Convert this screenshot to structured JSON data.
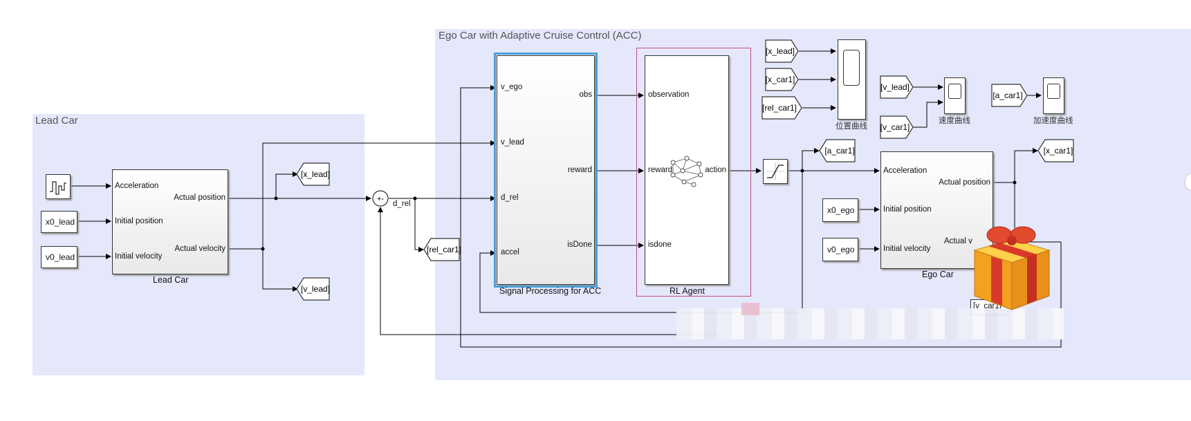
{
  "areas": {
    "lead": {
      "title": "Lead Car"
    },
    "ego": {
      "title": "Ego Car with Adaptive Cruise Control (ACC)"
    }
  },
  "lead_car": {
    "name": "Lead Car",
    "in_ports": [
      "Acceleration",
      "Initial position",
      "Initial velocity"
    ],
    "out_ports": [
      "Actual position",
      "Actual velocity"
    ]
  },
  "constants": {
    "x0_lead": "x0_lead",
    "v0_lead": "v0_lead",
    "x0_ego": "x0_ego",
    "v0_ego": "v0_ego"
  },
  "goto_tags": {
    "x_lead": "[x_lead]",
    "v_lead": "[v_lead]",
    "rel_car1": "[rel_car1]",
    "a_car1": "[a_car1]",
    "x_car1": "[x_car1]"
  },
  "from_tags": {
    "x_lead": "[x_lead]",
    "x_car1": "[x_car1]",
    "rel_car1": "[rel_car1]",
    "v_lead": "[v_lead]",
    "v_car1": "[v_car1]",
    "a_car1": "[a_car1]"
  },
  "sum": {
    "signs": "+-",
    "output_label": "d_rel"
  },
  "signal_processing": {
    "name": "Signal Processing for ACC",
    "in_ports": [
      "v_ego",
      "v_lead",
      "d_rel",
      "accel"
    ],
    "out_ports": [
      "obs",
      "reward",
      "isDone"
    ]
  },
  "rl_agent": {
    "name": "RL Agent",
    "in_ports": [
      "observation",
      "reward",
      "isdone"
    ],
    "out_port": "action"
  },
  "ego_car": {
    "name": "Ego Car",
    "in_ports": [
      "Acceleration",
      "Initial position",
      "Initial velocity"
    ],
    "out_ports": [
      "Actual position",
      "Actual v"
    ]
  },
  "scopes": {
    "position": "位置曲线",
    "velocity": "速度曲线",
    "acceleration": "加速度曲线"
  },
  "partial_tag": "[v_car1]",
  "colors": {
    "area_bg": "#e5e7fb",
    "signal_processing_highlight": "#4a9fd8",
    "rl_agent_frame": "#c05080",
    "line": "#000000"
  },
  "icons": [
    "signal-builder-icon",
    "saturation-icon",
    "neural-network-icon",
    "gift-box-icon",
    "scope-icon"
  ]
}
